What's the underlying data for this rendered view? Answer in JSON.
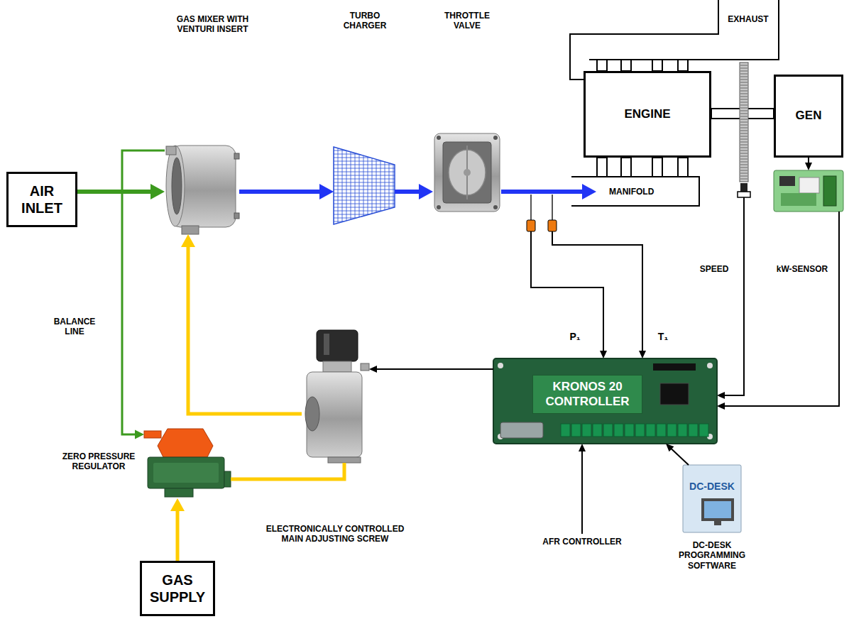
{
  "diagram": {
    "nodes": [
      {
        "text": [
          "AIR INLET"
        ]
      },
      {
        "text": [
          "GAS MIXER WITH VENTURI INSERT"
        ]
      },
      {
        "text": [
          "TURBO CHARGER"
        ]
      },
      {
        "text": [
          "THROTTLE VALVE"
        ]
      },
      {
        "text": [
          "ENGINE"
        ]
      },
      {
        "text": [
          "GEN"
        ]
      },
      {
        "text": [
          "MANIFOLD"
        ]
      },
      {
        "text": [
          "kW-SENSOR"
        ]
      },
      {
        "text": [
          "KRONOS 20 CONTROLLER"
        ]
      },
      {
        "text": [
          "ELECTRONICALLY CONTROLLED MAIN ADJUSTING SCREW"
        ]
      },
      {
        "text": [
          "ZERO PRESSURE REGULATOR"
        ]
      },
      {
        "text": [
          "GAS SUPPLY"
        ]
      },
      {
        "text": [
          "DC-DESK",
          "DC-DESK PROGRAMMING SOFTWARE"
        ]
      }
    ],
    "edges": [
      {
        "from": 0,
        "to": 1,
        "arrow": "to"
      },
      {
        "from": 1,
        "to": 2,
        "arrow": "to"
      },
      {
        "from": 2,
        "to": 3,
        "arrow": "to"
      },
      {
        "from": 3,
        "to": 6,
        "arrow": "to"
      },
      {
        "from": 5,
        "to": 7,
        "arrow": "to"
      },
      {
        "from": 7,
        "to": 8,
        "arrow": "to"
      },
      {
        "from": 8,
        "to": 9,
        "arrow": "to"
      },
      {
        "from": 9,
        "to": 1,
        "arrow": "to"
      },
      {
        "from": 10,
        "to": 9,
        "arrow": "none"
      },
      {
        "from": 11,
        "to": 10,
        "arrow": "to"
      },
      {
        "from": 1,
        "to": 10,
        "arrow": "to"
      },
      {
        "from": 12,
        "to": 8,
        "arrow": "to"
      }
    ],
    "labels": [
      "EXHAUST",
      "BALANCE LINE",
      "P₁",
      "T₁",
      "SPEED",
      "AFR CONTROLLER"
    ]
  }
}
